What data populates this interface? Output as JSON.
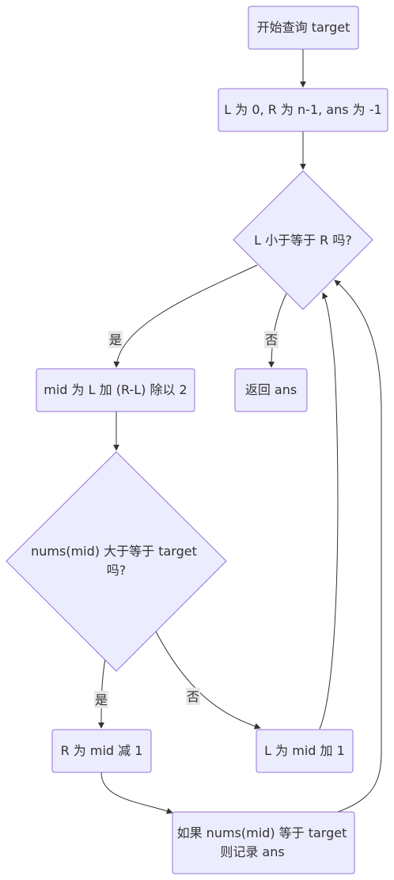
{
  "nodes": {
    "start": "开始查询 target",
    "init": "L 为 0, R 为 n-1, ans 为 -1",
    "cond_lr": "L 小于等于 R 吗?",
    "mid_calc": "mid 为 L 加 (R-L) 除以 2",
    "return_ans": "返回 ans",
    "cond_nums_line1": "nums(mid) 大于等于 target",
    "cond_nums_line2": "吗?",
    "r_update": "R 为 mid 减 1",
    "l_update": "L 为 mid 加 1",
    "record_line1": "如果 nums(mid) 等于 target",
    "record_line2": "则记录 ans"
  },
  "edge_labels": {
    "lr_yes": "是",
    "lr_no": "否",
    "nums_yes": "是",
    "nums_no": "否"
  },
  "colors": {
    "node_fill": "#ECECFF",
    "node_stroke": "#9370DB",
    "edge": "#333333",
    "text": "#333333",
    "edge_label_bg": "#e8e8e8"
  }
}
